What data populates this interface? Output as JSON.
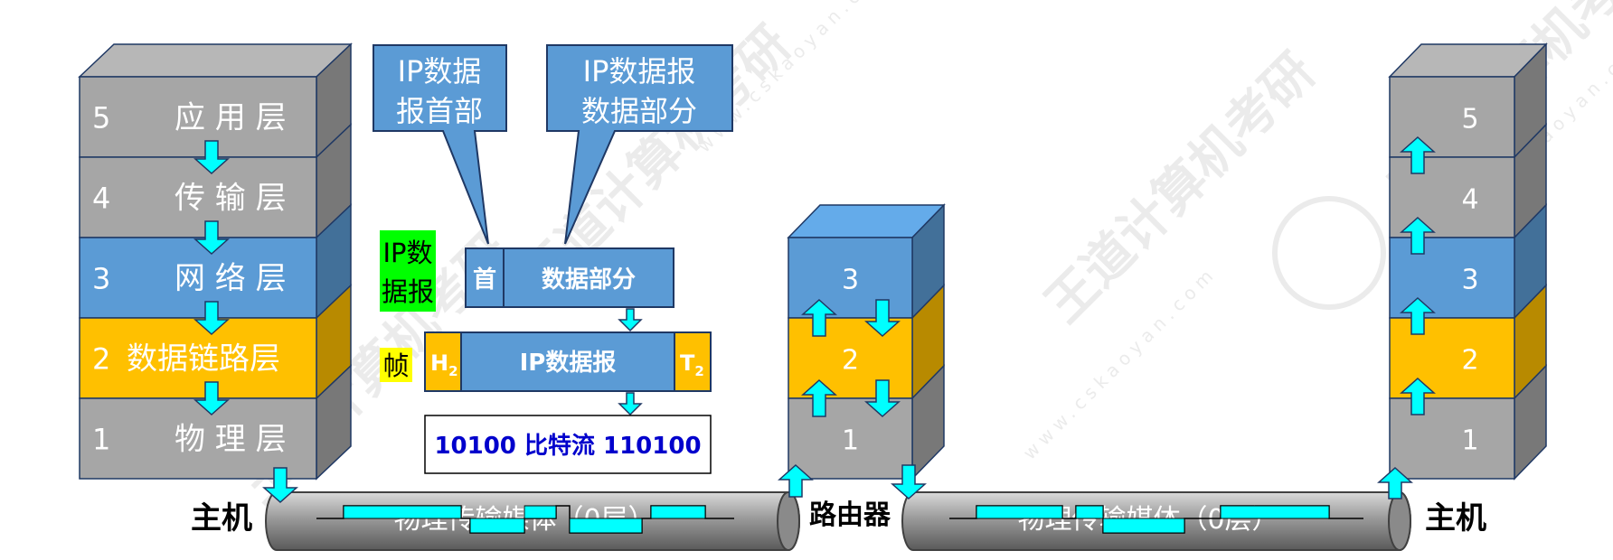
{
  "left_host": {
    "layers": [
      {
        "num": "5",
        "name": "应 用 层"
      },
      {
        "num": "4",
        "name": "传 输 层"
      },
      {
        "num": "3",
        "name": "网 络 层"
      },
      {
        "num": "2",
        "name": "数据链路层"
      },
      {
        "num": "1",
        "name": "物 理 层"
      }
    ],
    "label": "主机"
  },
  "router": {
    "layers": [
      "3",
      "2",
      "1"
    ],
    "label": "路由器"
  },
  "right_host": {
    "layers": [
      "5",
      "4",
      "3",
      "2",
      "1"
    ],
    "label": "主机"
  },
  "callouts": {
    "header": [
      "IP数据",
      "报首部"
    ],
    "data": [
      "IP数据报",
      "数据部分"
    ]
  },
  "datagram": {
    "tag": [
      "IP数",
      "据报"
    ],
    "head": "首",
    "body": "数据部分"
  },
  "frame": {
    "tag": "帧",
    "h": "H",
    "h_sub": "2",
    "body": "IP数据报",
    "t": "T",
    "t_sub": "2"
  },
  "bitstream": "10100 比特流 110100",
  "media": {
    "left": "物理传输媒体（0层）",
    "right": "物理传输媒体（0层）"
  },
  "watermarks": [
    "王道计算机考研",
    "www.cskaoyan.com"
  ],
  "colors": {
    "gray": "#a6a6a6",
    "blue": "#5b9bd5",
    "yellow": "#ffc000",
    "cyan": "#00ffff",
    "green": "#00ff00",
    "highlight_yellow": "#ffff00",
    "dark_blue": "#0000cc"
  }
}
